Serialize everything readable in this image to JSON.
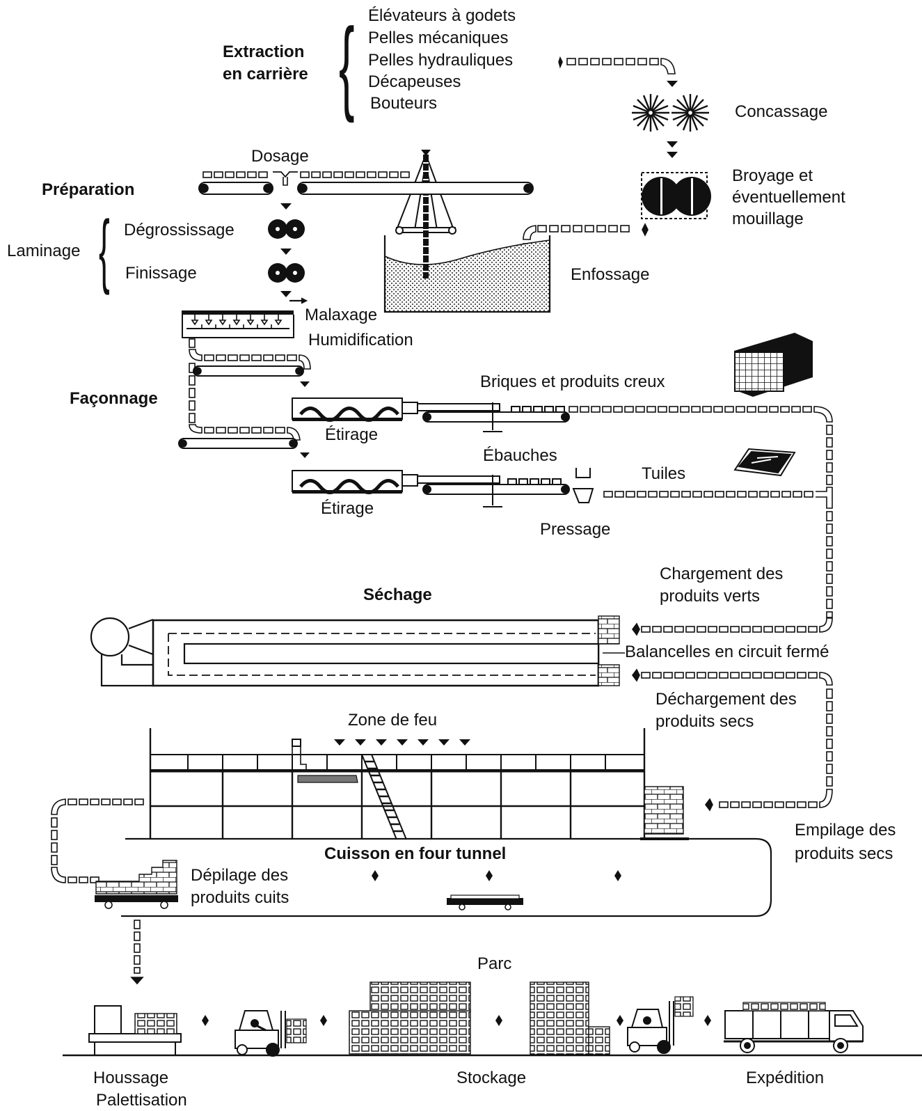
{
  "extraction": {
    "title_line1": "Extraction",
    "title_line2": "en carrière",
    "machines": [
      "Élévateurs à godets",
      "Pelles mécaniques",
      "Pelles hydrauliques",
      "Décapeuses",
      "Bouteurs"
    ]
  },
  "crushing": {
    "concassage": "Concassage",
    "broyage_line1": "Broyage et",
    "broyage_line2": "éventuellement",
    "broyage_line3": "mouillage"
  },
  "preparation": {
    "title": "Préparation",
    "dosage": "Dosage",
    "laminage": "Laminage",
    "degrossissage": "Dégrossissage",
    "finissage": "Finissage",
    "enfossage": "Enfossage",
    "malaxage": "Malaxage",
    "humidification": "Humidification"
  },
  "faconnage": {
    "title": "Façonnage",
    "briques": "Briques et produits creux",
    "etirage_1": "Étirage",
    "ebauches": "Ébauches",
    "tuiles": "Tuiles",
    "etirage_2": "Étirage",
    "pressage": "Pressage"
  },
  "sechage": {
    "title": "Séchage",
    "chargement_line1": "Chargement des",
    "chargement_line2": "produits verts",
    "balancelles": "Balancelles en circuit fermé",
    "dechargement_line1": "Déchargement des",
    "dechargement_line2": "produits secs"
  },
  "cuisson": {
    "zone_de_feu": "Zone de feu",
    "title": "Cuisson en four tunnel",
    "empilage_line1": "Empilage des",
    "empilage_line2": "produits secs",
    "depilage_line1": "Dépilage des",
    "depilage_line2": "produits cuits"
  },
  "parc": {
    "parc": "Parc",
    "houssage": "Houssage",
    "palettisation": "Palettisation",
    "stockage": "Stockage",
    "expedition": "Expédition"
  }
}
